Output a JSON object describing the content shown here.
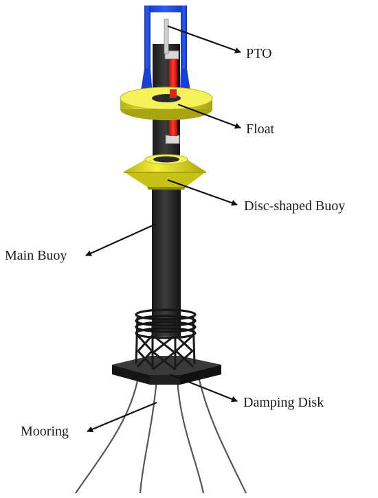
{
  "labels": {
    "pto": "PTO",
    "float": "Float",
    "disc_buoy": "Disc-shaped Buoy",
    "main_buoy": "Main Buoy",
    "damping_disk": "Damping Disk",
    "mooring": "Mooring"
  },
  "colors": {
    "frame_blue": "#1f4fe6",
    "float_yellow": "#e9e62a",
    "column_dark": "#2b2b2b",
    "piston_red": "#e51c1c",
    "arrow_black": "#111111"
  }
}
